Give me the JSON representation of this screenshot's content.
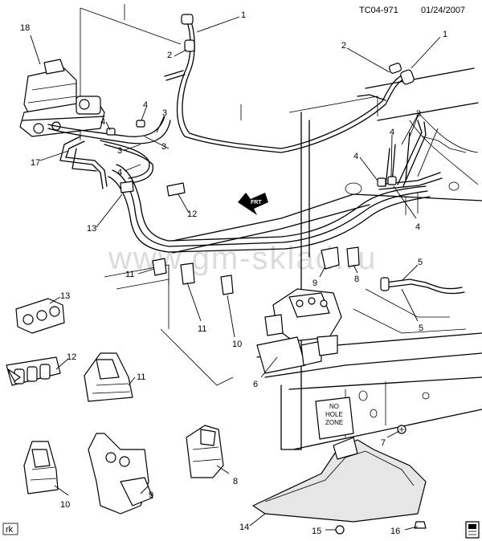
{
  "header": {
    "drawing_id": "TC04-971",
    "date": "01/24/2007"
  },
  "watermark": "www.gm-sklad.ru",
  "footer": {
    "initials": "rk"
  },
  "no_hole_zone": {
    "line1": "NO",
    "line2": "HOLE",
    "line3": "ZONE"
  },
  "fwd_arrow": {
    "text": "FRT"
  },
  "callouts": [
    {
      "id": "c-1a",
      "text": "1"
    },
    {
      "id": "c-1b",
      "text": "1"
    },
    {
      "id": "c-2a",
      "text": "2"
    },
    {
      "id": "c-2b",
      "text": "2"
    },
    {
      "id": "c-3a",
      "text": "3"
    },
    {
      "id": "c-3b",
      "text": "3"
    },
    {
      "id": "c-3c",
      "text": "3"
    },
    {
      "id": "c-3d",
      "text": "3"
    },
    {
      "id": "c-4a",
      "text": "4"
    },
    {
      "id": "c-4b",
      "text": "4"
    },
    {
      "id": "c-4c",
      "text": "4"
    },
    {
      "id": "c-4d",
      "text": "4"
    },
    {
      "id": "c-4e",
      "text": "4"
    },
    {
      "id": "c-4f",
      "text": "4"
    },
    {
      "id": "c-5a",
      "text": "5"
    },
    {
      "id": "c-5b",
      "text": "5"
    },
    {
      "id": "c-6",
      "text": "6"
    },
    {
      "id": "c-7",
      "text": "7"
    },
    {
      "id": "c-8a",
      "text": "8"
    },
    {
      "id": "c-8b",
      "text": "8"
    },
    {
      "id": "c-9a",
      "text": "9"
    },
    {
      "id": "c-9b",
      "text": "9"
    },
    {
      "id": "c-10a",
      "text": "10"
    },
    {
      "id": "c-10b",
      "text": "10"
    },
    {
      "id": "c-11a",
      "text": "11"
    },
    {
      "id": "c-11b",
      "text": "11"
    },
    {
      "id": "c-11c",
      "text": "11"
    },
    {
      "id": "c-12a",
      "text": "12"
    },
    {
      "id": "c-12b",
      "text": "12"
    },
    {
      "id": "c-13a",
      "text": "13"
    },
    {
      "id": "c-13b",
      "text": "13"
    },
    {
      "id": "c-14",
      "text": "14"
    },
    {
      "id": "c-15",
      "text": "15"
    },
    {
      "id": "c-16",
      "text": "16"
    },
    {
      "id": "c-17",
      "text": "17"
    },
    {
      "id": "c-18",
      "text": "18"
    }
  ]
}
